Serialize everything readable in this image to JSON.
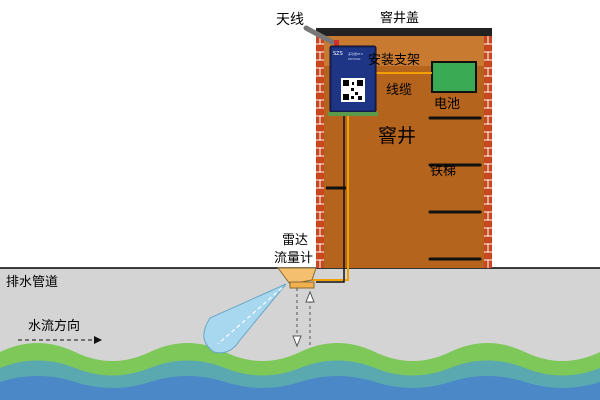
{
  "colors": {
    "pipe_fill": "#d4d4d4",
    "well_fill": "#b5641e",
    "brick": "#c8471e",
    "mortar": "#ffffff",
    "cable": "#f0a000",
    "wave_green": "#7ec85a",
    "wave_blue": "#4a88c8",
    "device_blue": "#1a2a6a",
    "battery_green": "#3aaa55",
    "radar_body": "#f4c070",
    "beam_blue": "#a8d8f0"
  },
  "labels": {
    "antenna": "天线",
    "manhole_cover": "窨井盖",
    "mount_bracket": "安装支架",
    "cable": "线缆",
    "battery": "电池",
    "well": "窨井",
    "ladder": "铁梯",
    "radar_line1": "雷达",
    "radar_line2": "流量计",
    "drain_pipe": "排水管道",
    "flow_direction": "水流方向"
  },
  "device": {
    "brand": "SZS",
    "model_text": "多功能RTU",
    "model_code": "PW3000"
  }
}
